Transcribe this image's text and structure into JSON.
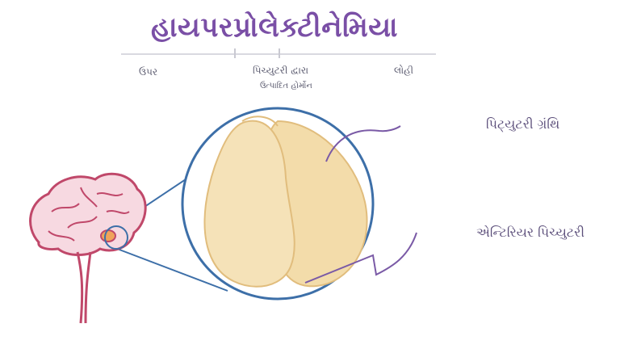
{
  "title": "હાયપરપ્રોલેક્ટીનેમિયા",
  "axis": {
    "left_label": "ઉપર",
    "center_label": "પિચ્યુટરી દ્વારા",
    "center_sublabel": "ઉત્પાદિત હોર્મોન",
    "right_label": "લોહી"
  },
  "callouts": {
    "pituitary_gland": "પિટ્યુટરી ગ્રંથિ",
    "anterior_pituitary": "એન્ટિરિયર પિચ્યુટરી"
  },
  "colors": {
    "title": "#7a4fa6",
    "circle": "#3d6fa8",
    "gland_fill": "#f3dcaa",
    "gland_shadow": "#e1bd7d",
    "brain_stroke": "#c0486a",
    "brain_fill": "#f7d9e1",
    "pointer": "#7a5aa6"
  }
}
